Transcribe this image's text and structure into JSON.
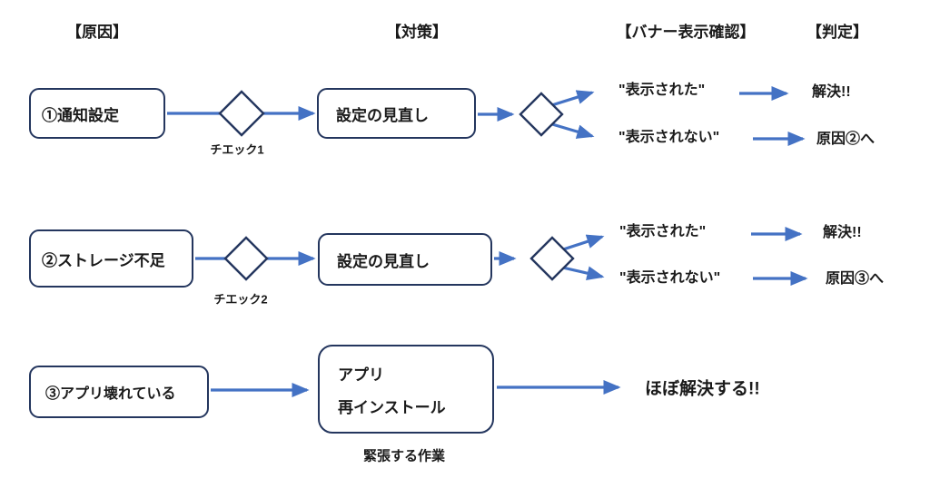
{
  "headers": {
    "cause": "【原因】",
    "countermeasure": "【対策】",
    "banner_check": "【バナー表示確認】",
    "judgment": "【判定】"
  },
  "colors": {
    "arrow": "#4472C4",
    "shape_border": "#24365E",
    "text": "#1a1a1a"
  },
  "rows": [
    {
      "cause": "①通知設定",
      "check_label": "チエック1",
      "countermeasure": "設定の見直し",
      "branch_yes": "\"表示された\"",
      "branch_no": "\"表示されない\"",
      "judgment_yes": "解決!!",
      "judgment_no": "原因②へ"
    },
    {
      "cause": "②ストレージ不足",
      "check_label": "チエック2",
      "countermeasure": "設定の見直し",
      "branch_yes": "\"表示された\"",
      "branch_no": "\"表示されない\"",
      "judgment_yes": "解決!!",
      "judgment_no": "原因③へ"
    },
    {
      "cause": "③アプリ壊れている",
      "countermeasure_line1": "アプリ",
      "countermeasure_line2": "再インストール",
      "judgment": "ほぼ解決する!!",
      "annotation": "緊張する作業"
    }
  ]
}
